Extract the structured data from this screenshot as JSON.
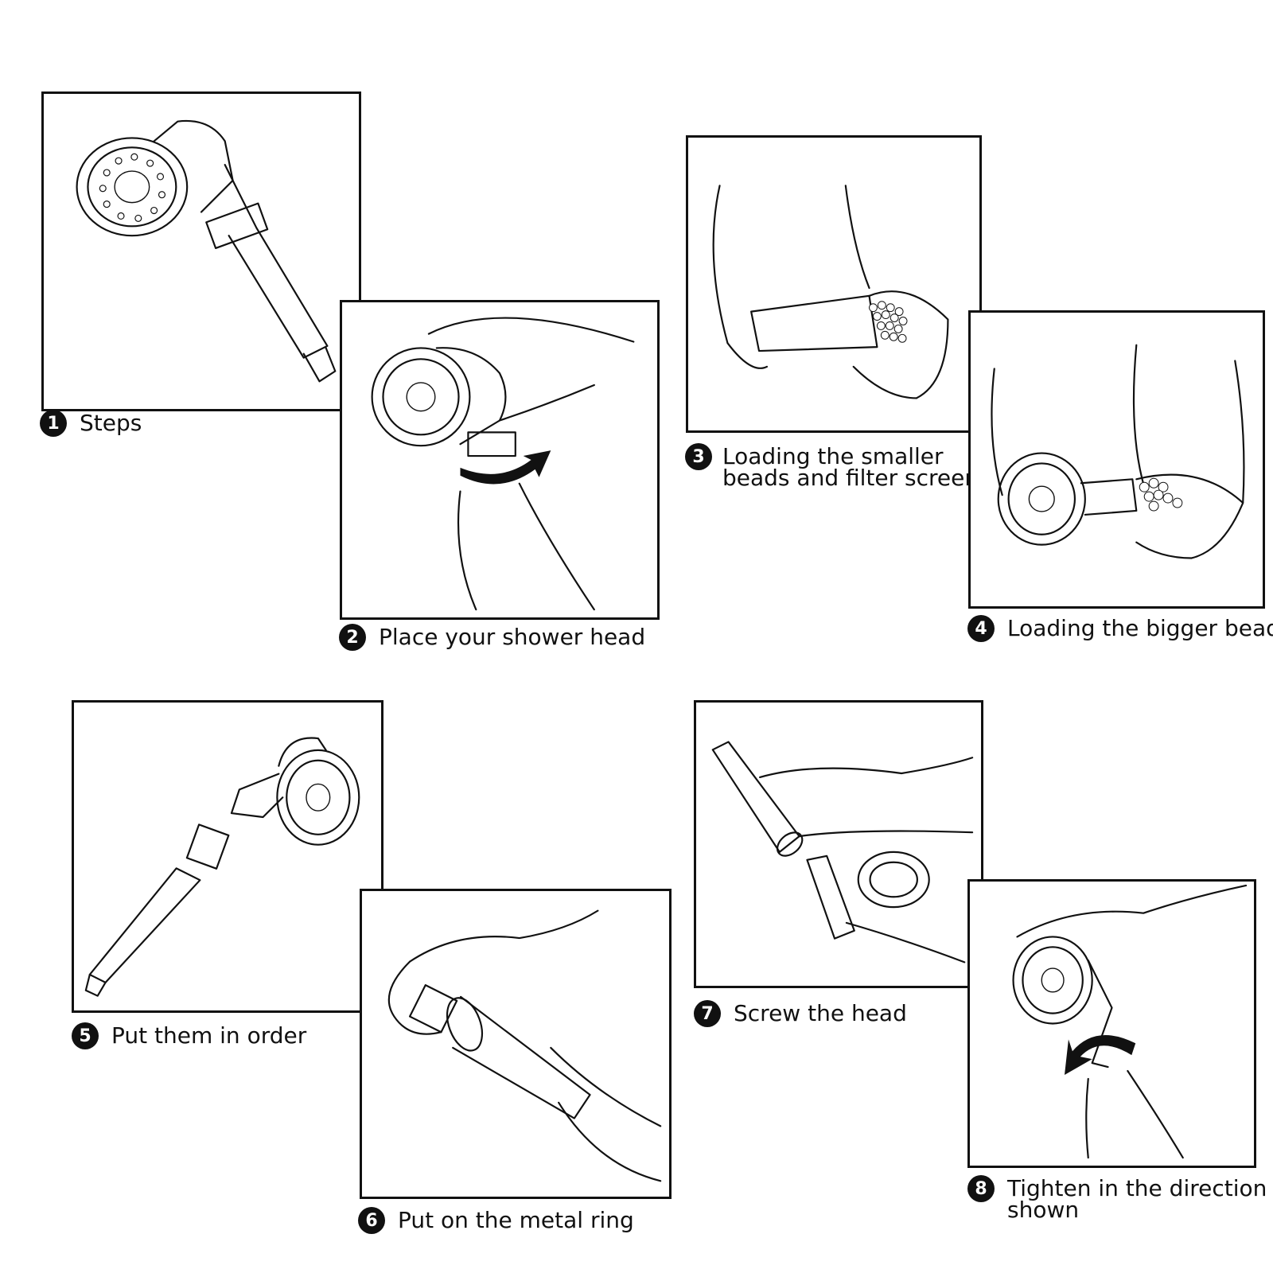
{
  "steps": [
    {
      "number": "1",
      "label": "Steps",
      "icon": "shower-head-assembled"
    },
    {
      "number": "2",
      "label": "Place your shower head",
      "icon": "unscrew-shower-head"
    },
    {
      "number": "3",
      "label": "Loading the smaller\nbeads and filter screen",
      "icon": "pour-small-beads"
    },
    {
      "number": "4",
      "label": "Loading the bigger beads",
      "icon": "pour-big-beads"
    },
    {
      "number": "5",
      "label": "Put them in order",
      "icon": "exploded-parts"
    },
    {
      "number": "6",
      "label": "Put on the metal ring",
      "icon": "attach-metal-ring"
    },
    {
      "number": "7",
      "label": "Screw the head",
      "icon": "screw-head"
    },
    {
      "number": "8",
      "label": "Tighten in the direction\nshown",
      "icon": "tighten-arrow"
    }
  ]
}
